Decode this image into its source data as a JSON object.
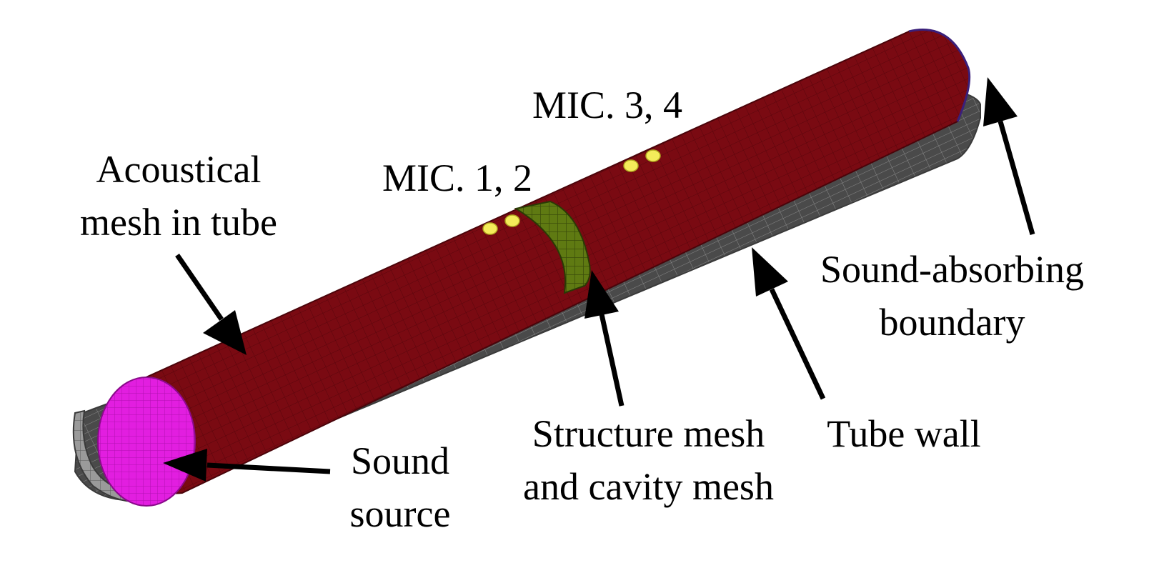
{
  "labels": {
    "acoustical_mesh": [
      "Acoustical",
      "mesh in tube"
    ],
    "mic_1_2": "MIC. 1, 2",
    "mic_3_4": "MIC. 3, 4",
    "sound_absorbing": [
      "Sound-absorbing",
      "boundary"
    ],
    "structure_mesh": [
      "Structure mesh",
      "and cavity mesh"
    ],
    "tube_wall": "Tube wall",
    "sound_source": [
      "Sound",
      "source"
    ]
  },
  "colors": {
    "acoustic_mesh": "#7a0a12",
    "source_face": "#e21ee0",
    "tube_wall": "#4a4a4a",
    "structure_mesh": "#5f7a12",
    "microphone": "#f4ec5a",
    "absorbing_boundary": "#3a1f7a",
    "arrow": "#000000"
  }
}
